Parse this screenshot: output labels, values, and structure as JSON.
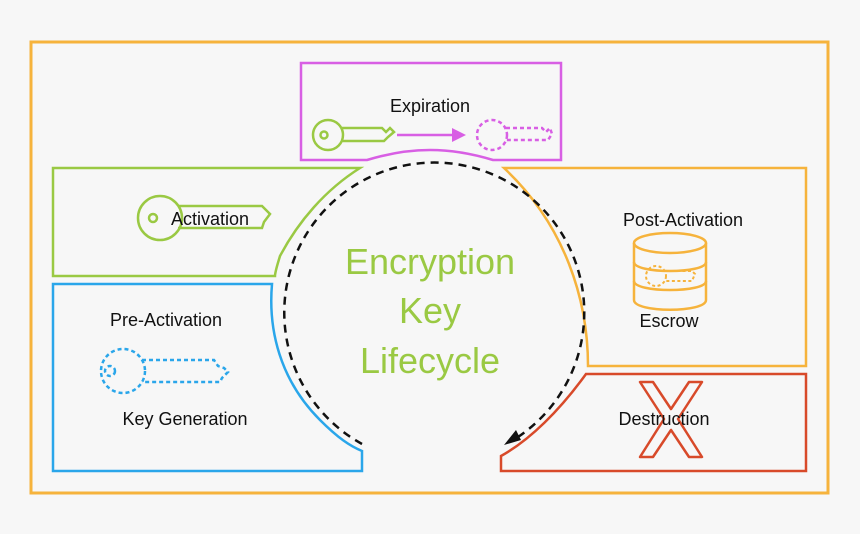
{
  "title": {
    "line1": "Encryption",
    "line2": "Key",
    "line3": "Lifecycle"
  },
  "stages": {
    "expiration": {
      "label": "Expiration"
    },
    "activation": {
      "label": "Activation"
    },
    "post_activation": {
      "label": "Post-Activation",
      "sub_label": "Escrow"
    },
    "pre_activation": {
      "label": "Pre-Activation",
      "sub_label": "Key Generation"
    },
    "destruction": {
      "label": "Destruction"
    }
  },
  "colors": {
    "outer_frame": "#f6b33c",
    "expiration": "#d85fe4",
    "activation": "#9ac943",
    "post_activation": "#f6b33c",
    "pre_activation": "#2aa6ea",
    "destruction": "#d84a2a",
    "title": "#9ac943",
    "cycle_arrow": "#111111",
    "text": "#111111"
  },
  "icons": {
    "expiration_from": "key-icon",
    "expiration_to": "dashed-key-icon",
    "activation": "key-icon",
    "post_activation": "database-icon",
    "pre_activation": "dashed-key-icon",
    "destruction": "cross-icon"
  }
}
